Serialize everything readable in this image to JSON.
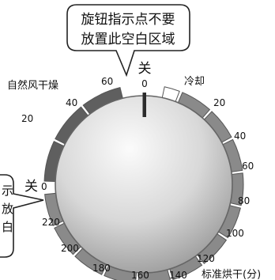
{
  "dial": {
    "off_top_label": "关",
    "off_top_value": "0",
    "off_left_label": "关",
    "off_left_value": "0",
    "cooling_label": "冷却",
    "natural_dry_label": "自然风干燥",
    "standard_dry_label": "标准烘干(分)",
    "natural_ticks": [
      "20",
      "40",
      "60"
    ],
    "standard_ticks": [
      "20",
      "40",
      "60",
      "80",
      "100",
      "120",
      "140",
      "160",
      "180",
      "200",
      "220"
    ]
  },
  "callout_top": {
    "line1": "旋钮指示点不要",
    "line2": "放置此空白区域"
  },
  "callout_left": {
    "line1": "示",
    "line2": "放",
    "line3": "白"
  },
  "colors": {
    "dial_top": "#f4f4f4",
    "dial_bottom": "#bdbdbd",
    "segment_dark": "#5f5f5f",
    "segment_mid": "#8a8a8a",
    "segment_outline": "#555555",
    "pointer": "#2b2b2b"
  }
}
